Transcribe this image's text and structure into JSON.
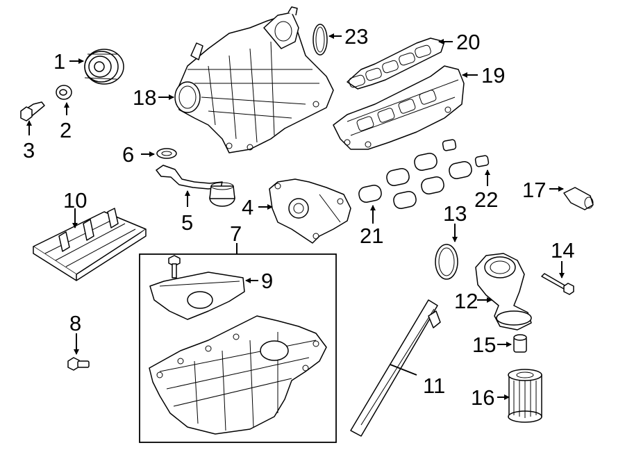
{
  "callouts": [
    {
      "id": "1"
    },
    {
      "id": "2"
    },
    {
      "id": "3"
    },
    {
      "id": "4"
    },
    {
      "id": "5"
    },
    {
      "id": "6"
    },
    {
      "id": "7"
    },
    {
      "id": "8"
    },
    {
      "id": "9"
    },
    {
      "id": "10"
    },
    {
      "id": "11"
    },
    {
      "id": "12"
    },
    {
      "id": "13"
    },
    {
      "id": "14"
    },
    {
      "id": "15"
    },
    {
      "id": "16"
    },
    {
      "id": "17"
    },
    {
      "id": "18"
    },
    {
      "id": "19"
    },
    {
      "id": "20"
    },
    {
      "id": "21"
    },
    {
      "id": "22"
    },
    {
      "id": "23"
    }
  ],
  "parts": [
    {
      "name": "pulley-icon"
    },
    {
      "name": "washer-icon"
    },
    {
      "name": "bolt-icon"
    },
    {
      "name": "oil-pump-icon"
    },
    {
      "name": "oil-pickup-tube-icon"
    },
    {
      "name": "pickup-gasket-icon"
    },
    {
      "name": "oil-pan-assembly-icon"
    },
    {
      "name": "drain-plug-icon"
    },
    {
      "name": "baffle-icon"
    },
    {
      "name": "windage-tray-icon"
    },
    {
      "name": "dipstick-tube-icon"
    },
    {
      "name": "oil-filter-adapter-icon"
    },
    {
      "name": "adapter-seal-icon"
    },
    {
      "name": "adapter-bolt-icon"
    },
    {
      "name": "sensor-icon"
    },
    {
      "name": "oil-filter-icon"
    },
    {
      "name": "oil-pressure-switch-icon"
    },
    {
      "name": "intake-manifold-icon"
    },
    {
      "name": "lower-manifold-icon"
    },
    {
      "name": "manifold-gasket-icon"
    },
    {
      "name": "port-gasket-icon"
    },
    {
      "name": "port-seal-icon"
    },
    {
      "name": "throttle-body-seal-icon"
    }
  ]
}
